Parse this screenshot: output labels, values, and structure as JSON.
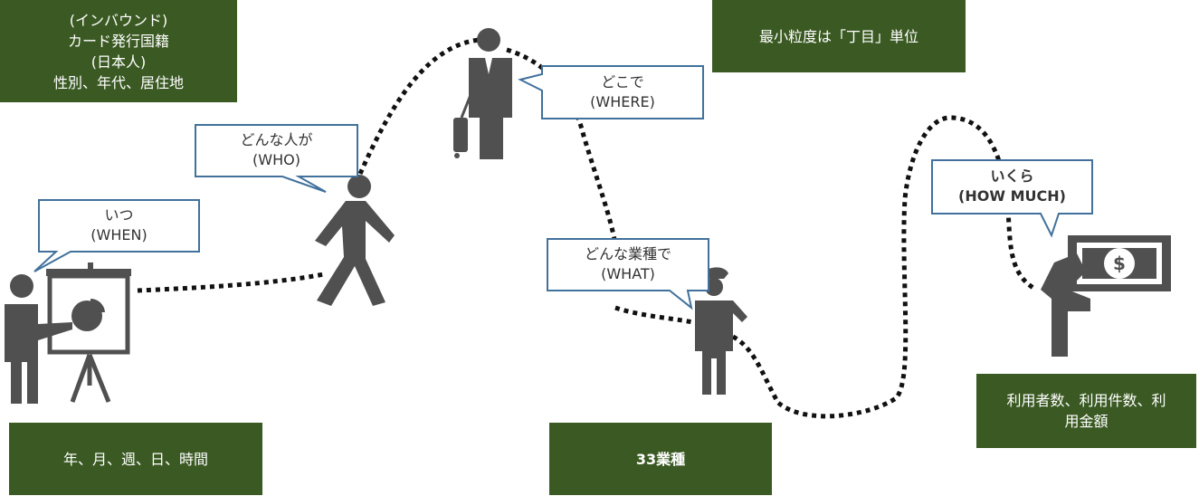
{
  "boxes": {
    "who_detail": [
      "(インバウンド)",
      "カード発行国籍",
      "(日本人)",
      "性別、年代、居住地"
    ],
    "where_detail": "最小粒度は「丁目」単位",
    "when_detail": "年、月、週、日、時間",
    "what_detail": "33業種",
    "howmuch_detail": [
      "利用者数、利用件数、利",
      "用金額"
    ]
  },
  "bubbles": {
    "when": [
      "いつ",
      "(WHEN)"
    ],
    "who": [
      "どんな人が",
      "(WHO)"
    ],
    "where": [
      "どこで",
      "(WHERE)"
    ],
    "what": [
      "どんな業種で",
      "(WHAT)"
    ],
    "howmuch": [
      "いくら",
      "(HOW MUCH)"
    ]
  },
  "icons": [
    "presenter-icon",
    "walking-person-icon",
    "business-traveler-icon",
    "police-officer-icon",
    "money-in-hand-icon"
  ],
  "colors": {
    "box_green": "#3b5a23",
    "bubble_border": "#41719c",
    "icon_gray": "#505050",
    "path": "#111111"
  }
}
